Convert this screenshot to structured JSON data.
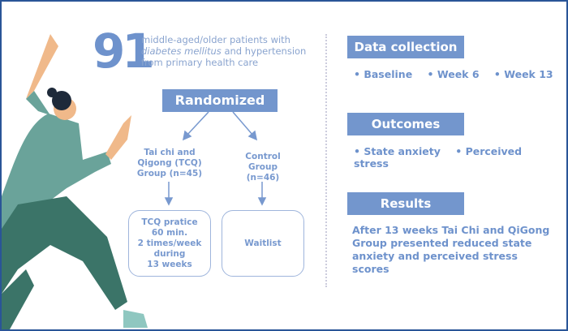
{
  "participants": {
    "count": "91",
    "line1": "middle-aged/older patients with",
    "line2_italic": "diabetes mellitus",
    "line2_rest": " and hypertension",
    "line3": "from primary health care"
  },
  "randomized": "Randomized",
  "groups": {
    "tcq": {
      "label": [
        "Tai chi and",
        "Qigong (TCQ)",
        "Group (n=45)"
      ],
      "detail": [
        "TCQ pratice",
        "60 min.",
        "2 times/week",
        "during",
        "13 weeks"
      ]
    },
    "control": {
      "label": [
        "Control Group",
        "(n=46)"
      ],
      "detail": "Waitlist"
    }
  },
  "data_collection": {
    "title": "Data collection",
    "items": [
      "Baseline",
      "Week 6",
      "Week 13"
    ]
  },
  "outcomes": {
    "title": "Outcomes",
    "items": [
      "State anxiety",
      "Perceived stress"
    ]
  },
  "results": {
    "title": "Results",
    "text": "After 13 weeks Tai Chi and QiGong Group presented reduced state anxiety and perceived stress scores"
  },
  "colors": {
    "accent": "#7396cd",
    "border": "#2a5597"
  }
}
